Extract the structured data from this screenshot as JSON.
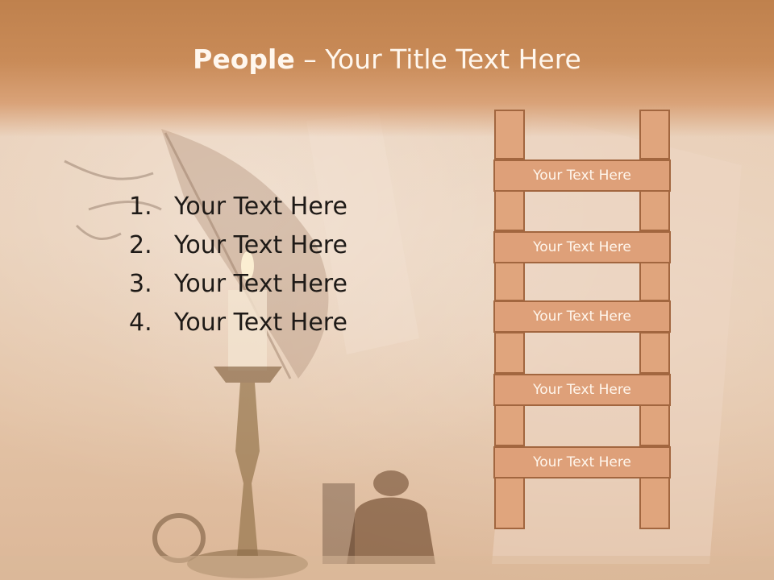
{
  "slide": {
    "title_bold": "People",
    "title_rest": " – Your Title Text Here"
  },
  "list": {
    "items": [
      {
        "number": "1.",
        "text": "Your Text Here"
      },
      {
        "number": "2.",
        "text": "Your Text Here"
      },
      {
        "number": "3.",
        "text": "Your Text Here"
      },
      {
        "number": "4.",
        "text": "Your Text Here"
      }
    ]
  },
  "ladder": {
    "steps": [
      "Your Text Here",
      "Your Text Here",
      "Your Text Here",
      "Your Text Here",
      "Your Text Here"
    ]
  },
  "colors": {
    "header": "#c98b58",
    "ladder_fill": "#e0a57d",
    "ladder_border": "#a2663f",
    "title_text": "#fff7ee"
  }
}
